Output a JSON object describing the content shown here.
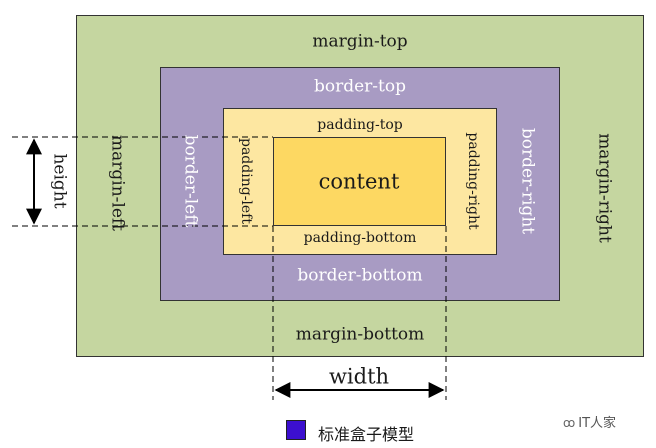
{
  "margin": {
    "top": "margin-top",
    "bottom": "margin-bottom",
    "left": "margin-left",
    "right": "margin-right"
  },
  "border": {
    "top": "border-top",
    "bottom": "border-bottom",
    "left": "border-left",
    "right": "border-right"
  },
  "padding": {
    "top": "padding-top",
    "bottom": "padding-bottom",
    "left": "padding-left",
    "right": "padding-right"
  },
  "content": "content",
  "dimensions": {
    "height": "height",
    "width": "width"
  },
  "legend": {
    "label": "标准盒子模型",
    "swatch_color": "#3c0fcf"
  },
  "watermark": {
    "text": "IT人家",
    "icon": "wechat-icon"
  },
  "colors": {
    "margin": "#c5d6a0",
    "border": "#a89bc3",
    "padding": "#fde7a1",
    "content": "#fdd862"
  }
}
